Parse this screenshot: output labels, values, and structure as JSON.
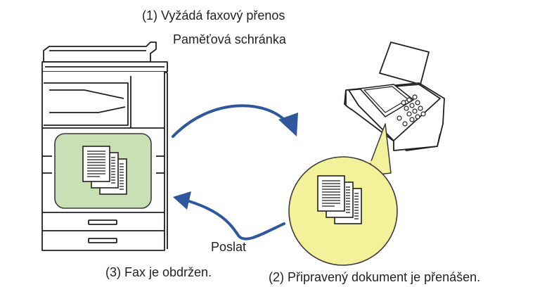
{
  "labels": {
    "request_line1": "(1) Vyžádá faxový přenos",
    "request_line2": "Paměťová schránka",
    "send": "Poslat",
    "received": "(3) Fax je obdržen.",
    "prepared": "(2) Připravený dokument je přenášen."
  },
  "colors": {
    "arrow": "#2e57a0",
    "copier_panel": "#c8e0b4",
    "copier_panel_border": "#3a3a3a",
    "document_bubble": "#f3f29a",
    "outline": "#231f20"
  },
  "icons": [
    "copier-icon",
    "fax-machine-icon",
    "document-stack-icon",
    "arrow-icon"
  ]
}
